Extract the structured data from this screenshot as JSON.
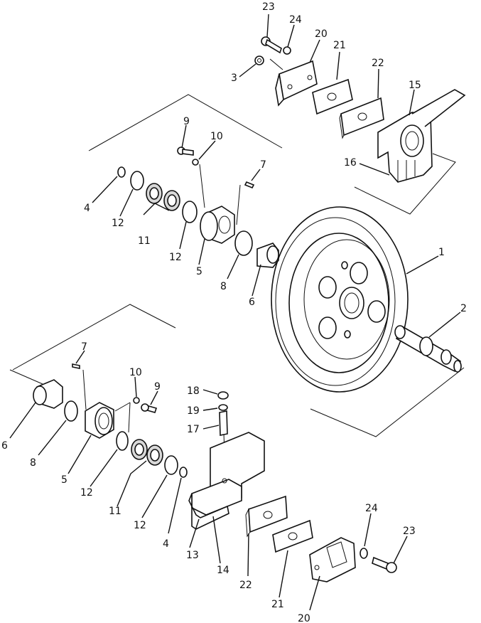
{
  "diagram": {
    "parts": [
      {
        "key": "p1",
        "label": "1"
      },
      {
        "key": "p2",
        "label": "2"
      },
      {
        "key": "p3",
        "label": "3"
      },
      {
        "key": "p4",
        "label": "4"
      },
      {
        "key": "p5",
        "label": "5"
      },
      {
        "key": "p6",
        "label": "6"
      },
      {
        "key": "p7",
        "label": "7"
      },
      {
        "key": "p8",
        "label": "8"
      },
      {
        "key": "p9",
        "label": "9"
      },
      {
        "key": "p10",
        "label": "10"
      },
      {
        "key": "p11",
        "label": "11"
      },
      {
        "key": "p12",
        "label": "12"
      },
      {
        "key": "p13",
        "label": "13"
      },
      {
        "key": "p14",
        "label": "14"
      },
      {
        "key": "p15",
        "label": "15"
      },
      {
        "key": "p16",
        "label": "16"
      },
      {
        "key": "p17",
        "label": "17"
      },
      {
        "key": "p18",
        "label": "18"
      },
      {
        "key": "p19",
        "label": "19"
      },
      {
        "key": "p20",
        "label": "20"
      },
      {
        "key": "p21",
        "label": "21"
      },
      {
        "key": "p22",
        "label": "22"
      },
      {
        "key": "p23",
        "label": "23"
      },
      {
        "key": "p24",
        "label": "24"
      }
    ]
  }
}
